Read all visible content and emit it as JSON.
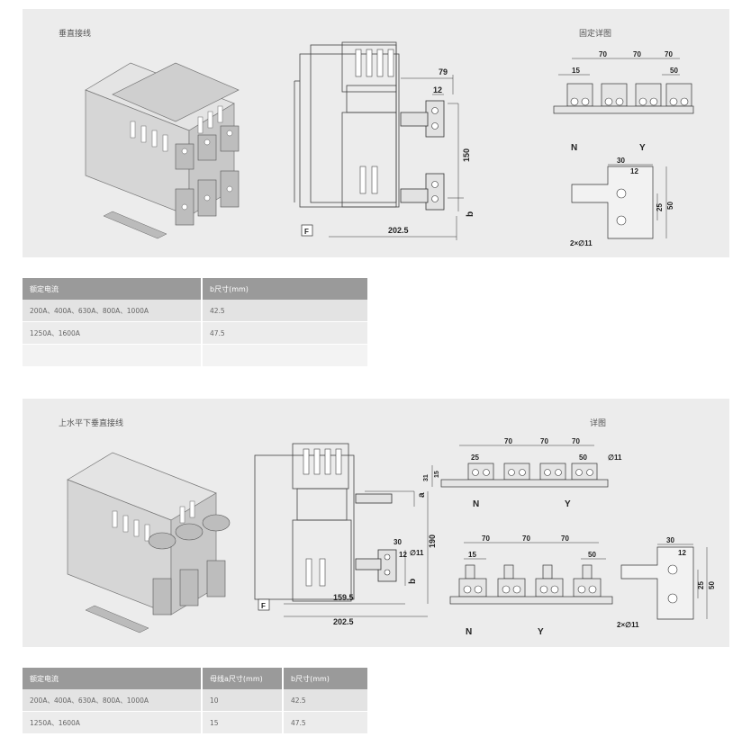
{
  "section1": {
    "title": "垂直接线",
    "detail_title": "固定详图",
    "dims": {
      "d79": "79",
      "d12": "12",
      "d150": "150",
      "db": "b",
      "dF": "F",
      "d2025": "202.5",
      "t70a": "70",
      "t70b": "70",
      "t70c": "70",
      "t15": "15",
      "t50": "50",
      "tN": "N",
      "tY": "Y",
      "s30": "30",
      "s12": "12",
      "s25": "25",
      "s50": "50",
      "s2x11": "2×∅11"
    },
    "table": {
      "headers": [
        "额定电流",
        "b尺寸(mm)"
      ],
      "rows": [
        [
          "200A、400A、630A、800A、1000A",
          "42.5"
        ],
        [
          "1250A、1600A",
          "47.5"
        ]
      ]
    }
  },
  "section2": {
    "title": "上水平下垂直接线",
    "detail_title": "详图",
    "dims": {
      "da": "a",
      "d190": "190",
      "d30": "30",
      "d12": "12",
      "d11": "∅11",
      "db": "b",
      "dF": "F",
      "d1595": "159.5",
      "d2025": "202.5",
      "t70a": "70",
      "t70b": "70",
      "t70c": "70",
      "t25": "25",
      "t50": "50",
      "t11": "∅11",
      "t31": "31",
      "t15": "15",
      "tN": "N",
      "tY": "Y",
      "u70a": "70",
      "u70b": "70",
      "u70c": "70",
      "u15": "15",
      "u50": "50",
      "uN": "N",
      "uY": "Y",
      "s30": "30",
      "s12": "12",
      "s25": "25",
      "s50": "50",
      "s2x11": "2×∅11"
    },
    "table": {
      "headers": [
        "额定电流",
        "母线a尺寸(mm)",
        "b尺寸(mm)"
      ],
      "rows": [
        [
          "200A、400A、630A、800A、1000A",
          "10",
          "42.5"
        ],
        [
          "1250A、1600A",
          "15",
          "47.5"
        ]
      ]
    }
  }
}
